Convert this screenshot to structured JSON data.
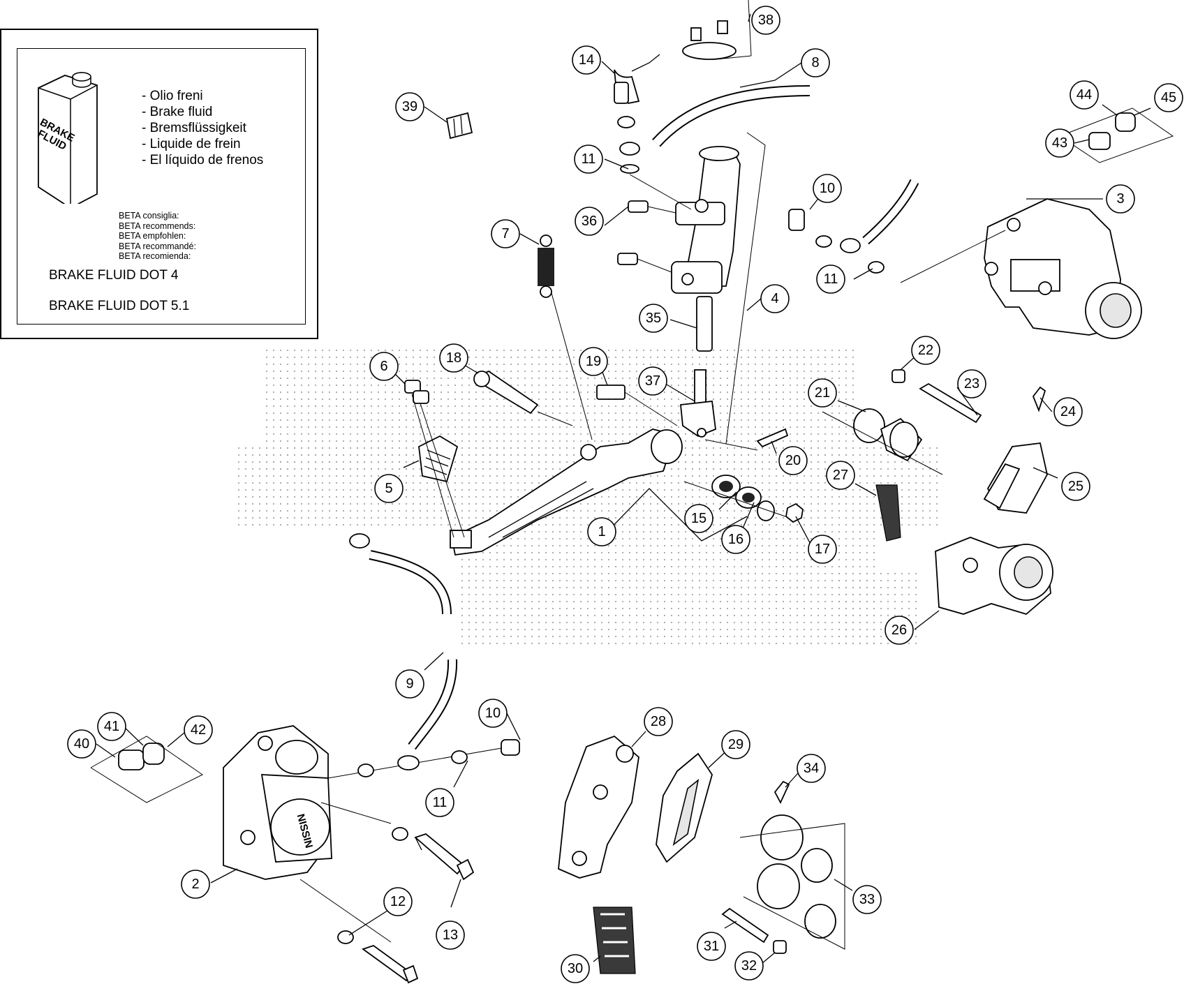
{
  "legend": {
    "can_label": "BRAKE FLUID",
    "fluid_names": [
      "- Olio freni",
      "- Brake fluid",
      "- Bremsflüssigkeit",
      "- Liquide de frein",
      "- El líquido de frenos"
    ],
    "recommends": [
      "BETA consiglia:",
      "BETA recommends:",
      "BETA empfohlen:",
      "BETA recommandé:",
      "BETA recomienda:"
    ],
    "dot4": "BRAKE FLUID DOT 4",
    "dot51": "BRAKE FLUID DOT 5.1"
  },
  "part_label": "NISSIN",
  "callouts": [
    {
      "id": "c1",
      "label": "1"
    },
    {
      "id": "c2",
      "label": "2"
    },
    {
      "id": "c3",
      "label": "3"
    },
    {
      "id": "c4",
      "label": "4"
    },
    {
      "id": "c5",
      "label": "5"
    },
    {
      "id": "c6",
      "label": "6"
    },
    {
      "id": "c7",
      "label": "7"
    },
    {
      "id": "c8",
      "label": "8"
    },
    {
      "id": "c9",
      "label": "9"
    },
    {
      "id": "c10a",
      "label": "10"
    },
    {
      "id": "c10b",
      "label": "10"
    },
    {
      "id": "c11a",
      "label": "11"
    },
    {
      "id": "c11b",
      "label": "11"
    },
    {
      "id": "c11c",
      "label": "11"
    },
    {
      "id": "c12",
      "label": "12"
    },
    {
      "id": "c13",
      "label": "13"
    },
    {
      "id": "c14",
      "label": "14"
    },
    {
      "id": "c15",
      "label": "15"
    },
    {
      "id": "c16",
      "label": "16"
    },
    {
      "id": "c17",
      "label": "17"
    },
    {
      "id": "c18",
      "label": "18"
    },
    {
      "id": "c19",
      "label": "19"
    },
    {
      "id": "c20",
      "label": "20"
    },
    {
      "id": "c21",
      "label": "21"
    },
    {
      "id": "c22",
      "label": "22"
    },
    {
      "id": "c23",
      "label": "23"
    },
    {
      "id": "c24",
      "label": "24"
    },
    {
      "id": "c25",
      "label": "25"
    },
    {
      "id": "c26",
      "label": "26"
    },
    {
      "id": "c27",
      "label": "27"
    },
    {
      "id": "c28",
      "label": "28"
    },
    {
      "id": "c29",
      "label": "29"
    },
    {
      "id": "c30",
      "label": "30"
    },
    {
      "id": "c31",
      "label": "31"
    },
    {
      "id": "c32",
      "label": "32"
    },
    {
      "id": "c33",
      "label": "33"
    },
    {
      "id": "c34",
      "label": "34"
    },
    {
      "id": "c35",
      "label": "35"
    },
    {
      "id": "c36",
      "label": "36"
    },
    {
      "id": "c37",
      "label": "37"
    },
    {
      "id": "c38",
      "label": "38"
    },
    {
      "id": "c39",
      "label": "39"
    },
    {
      "id": "c40",
      "label": "40"
    },
    {
      "id": "c41",
      "label": "41"
    },
    {
      "id": "c42",
      "label": "42"
    },
    {
      "id": "c43",
      "label": "43"
    },
    {
      "id": "c44",
      "label": "44"
    },
    {
      "id": "c45",
      "label": "45"
    }
  ]
}
